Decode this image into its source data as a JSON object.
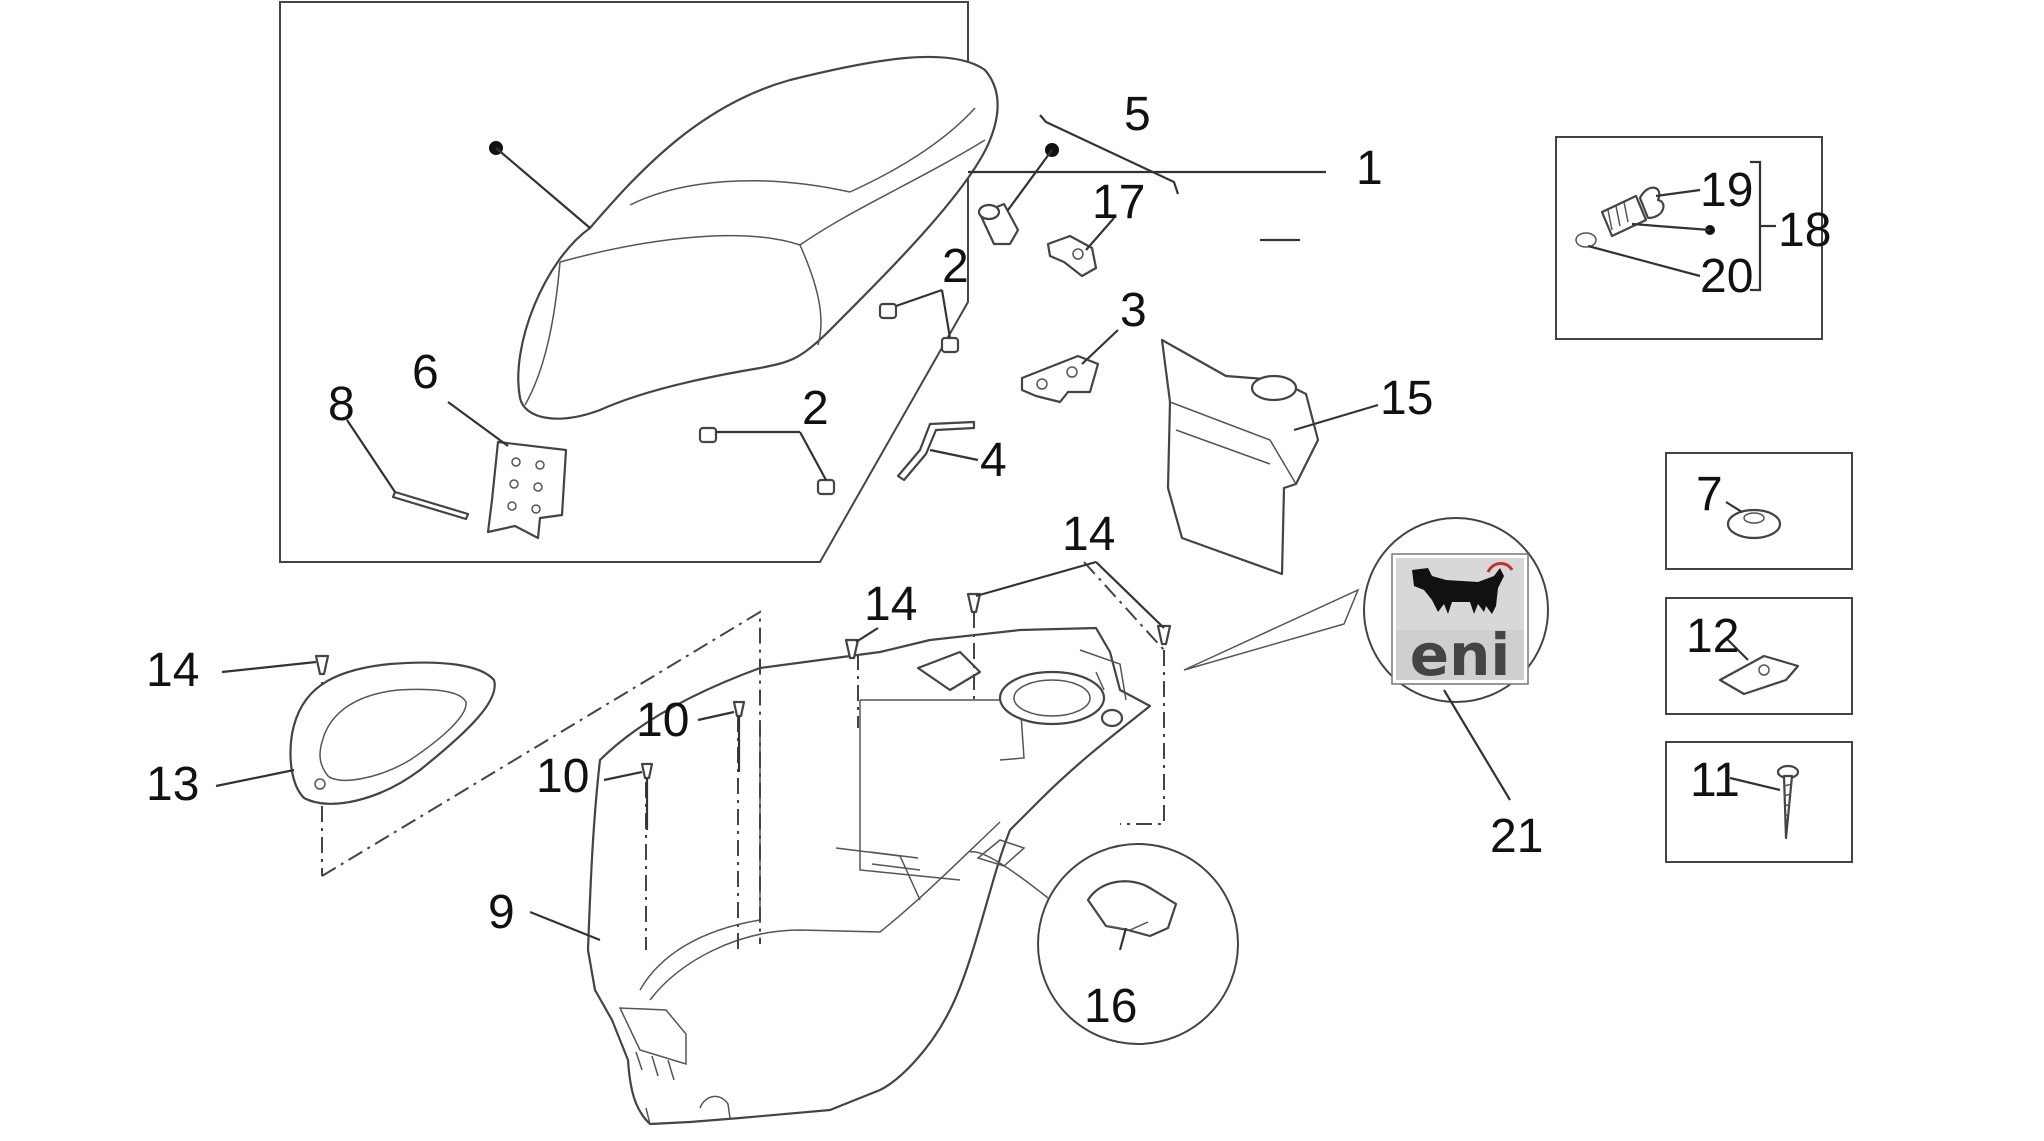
{
  "part_labels": {
    "p1": "1",
    "p2a": "2",
    "p2b": "2",
    "p3": "3",
    "p4": "4",
    "p5": "5",
    "p6": "6",
    "p7": "7",
    "p8": "8",
    "p9": "9",
    "p10a": "10",
    "p10b": "10",
    "p11": "11",
    "p12": "12",
    "p13": "13",
    "p14a": "14",
    "p14b": "14",
    "p14c": "14",
    "p15": "15",
    "p16": "16",
    "p17": "17",
    "p18": "18",
    "p19": "19",
    "p20": "20",
    "p21": "21"
  },
  "logo": {
    "brand_text": "eni",
    "icon": "six-legged-dog-icon"
  }
}
